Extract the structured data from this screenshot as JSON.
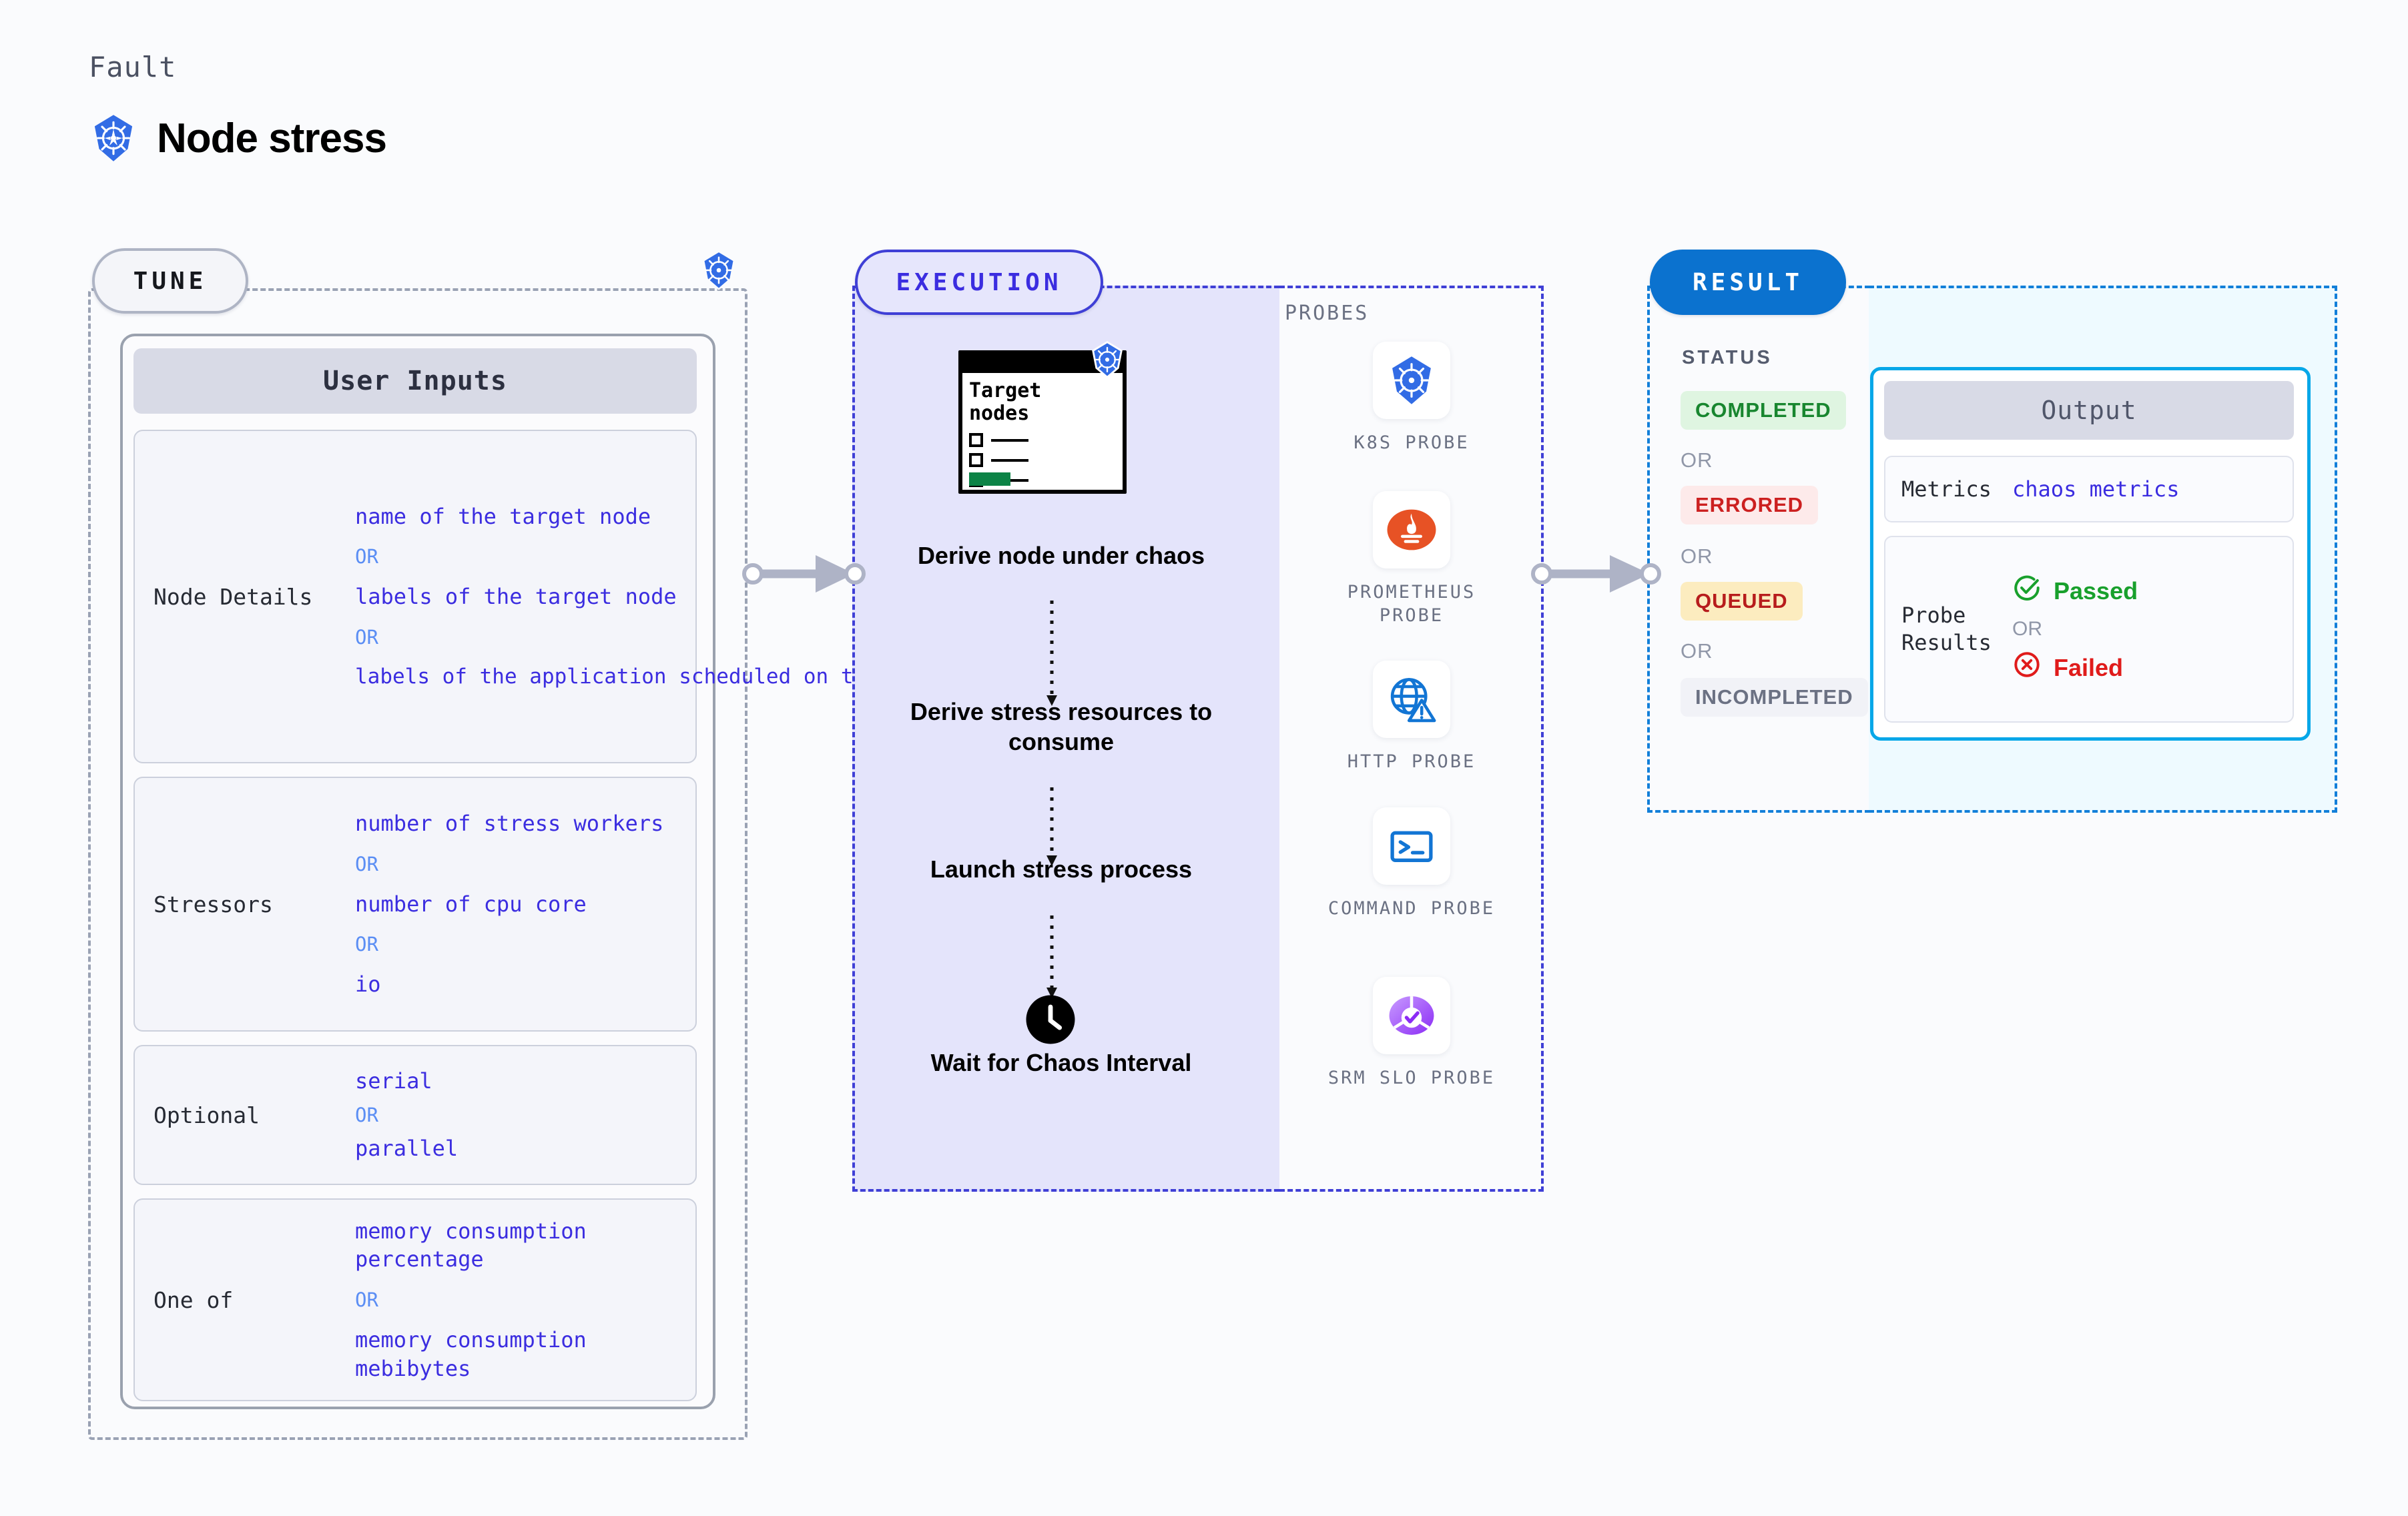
{
  "header": {
    "eyebrow": "Fault",
    "title": "Node stress",
    "icon": "kubernetes-icon"
  },
  "tune": {
    "pill_label": "TUNE",
    "badge_icon": "kubernetes-icon",
    "card_title": "User Inputs",
    "groups": [
      {
        "label": "Node Details",
        "values": [
          "name of the target node",
          "labels of the target node",
          "labels of the application scheduled on target node"
        ],
        "separator": "OR"
      },
      {
        "label": "Stressors",
        "values": [
          "number of stress workers",
          "number of cpu core",
          "io"
        ],
        "separator": "OR"
      },
      {
        "label": "Optional",
        "values": [
          "serial",
          "parallel"
        ],
        "separator": "OR"
      },
      {
        "label": "One of",
        "values": [
          "memory consumption percentage",
          "memory consumption mebibytes"
        ],
        "separator": "OR"
      }
    ]
  },
  "execution": {
    "pill_label": "EXECUTION",
    "target_card": {
      "title": "Target nodes",
      "icon": "kubernetes-icon"
    },
    "steps": [
      "Derive node under chaos",
      "Derive stress resources to consume",
      "Launch stress process",
      "Wait for Chaos Interval"
    ],
    "wait_icon": "clock-icon"
  },
  "probes": {
    "caption": "PROBES",
    "items": [
      {
        "label": "K8S PROBE",
        "icon": "kubernetes-icon"
      },
      {
        "label": "PROMETHEUS PROBE",
        "icon": "prometheus-icon"
      },
      {
        "label": "HTTP PROBE",
        "icon": "globe-warning-icon"
      },
      {
        "label": "COMMAND PROBE",
        "icon": "terminal-icon"
      },
      {
        "label": "SRM SLO PROBE",
        "icon": "srm-slo-icon"
      }
    ]
  },
  "result": {
    "pill_label": "RESULT",
    "status_caption": "STATUS",
    "separator": "OR",
    "statuses": [
      {
        "label": "COMPLETED",
        "text_color": "#18862f",
        "bg_color": "#dff5e1"
      },
      {
        "label": "ERRORED",
        "text_color": "#cc2020",
        "bg_color": "#fdeaea"
      },
      {
        "label": "QUEUED",
        "text_color": "#b71c1c",
        "bg_color": "#fcecbf"
      },
      {
        "label": "INCOMPLETED",
        "text_color": "#6b7183",
        "bg_color": "#f1f2f7"
      }
    ],
    "output": {
      "title": "Output",
      "metrics_label": "Metrics",
      "metrics_value": "chaos metrics",
      "probe_results_label": "Probe Results",
      "passed_label": "Passed",
      "passed_icon": "check-circle-icon",
      "failed_label": "Failed",
      "failed_icon": "x-circle-icon",
      "separator": "OR"
    }
  },
  "colors": {
    "canvas": "#fafbfd",
    "tune_border": "#9aa2b4",
    "execution_border": "#3f3fd6",
    "execution_fill": "#e4e4fb",
    "result_border": "#127fd9",
    "result_fill": "#eefaff",
    "value_text": "#3b2de0",
    "or_text": "#5b8ef4",
    "k8s_blue": "#326ce5"
  }
}
